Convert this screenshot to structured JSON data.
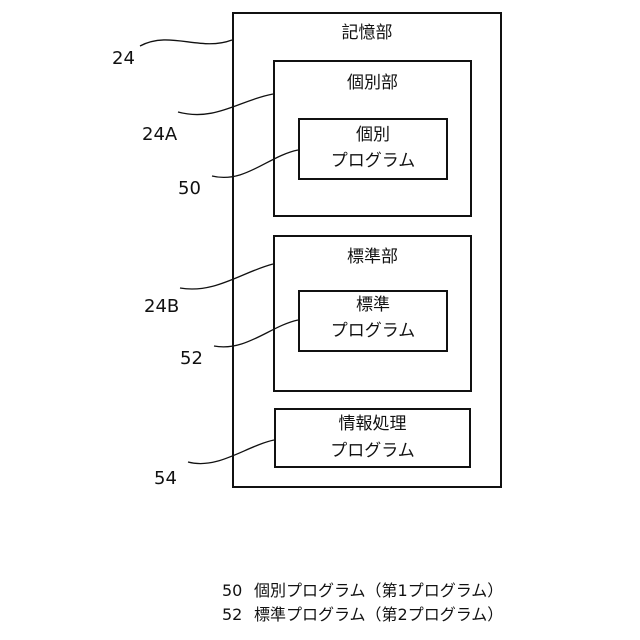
{
  "storage": {
    "title": "記憶部",
    "ref": "24"
  },
  "individual_section": {
    "title": "個別部",
    "ref": "24A"
  },
  "individual_program": {
    "line1": "個別",
    "line2": "プログラム",
    "ref": "50"
  },
  "standard_section": {
    "title": "標準部",
    "ref": "24B"
  },
  "standard_program": {
    "line1": "標準",
    "line2": "プログラム",
    "ref": "52"
  },
  "info_program": {
    "line1": "情報処理",
    "line2": "プログラム",
    "ref": "54"
  },
  "legend": [
    {
      "num": "50",
      "text": "個別プログラム（第1プログラム）"
    },
    {
      "num": "52",
      "text": "標準プログラム（第2プログラム）"
    }
  ]
}
